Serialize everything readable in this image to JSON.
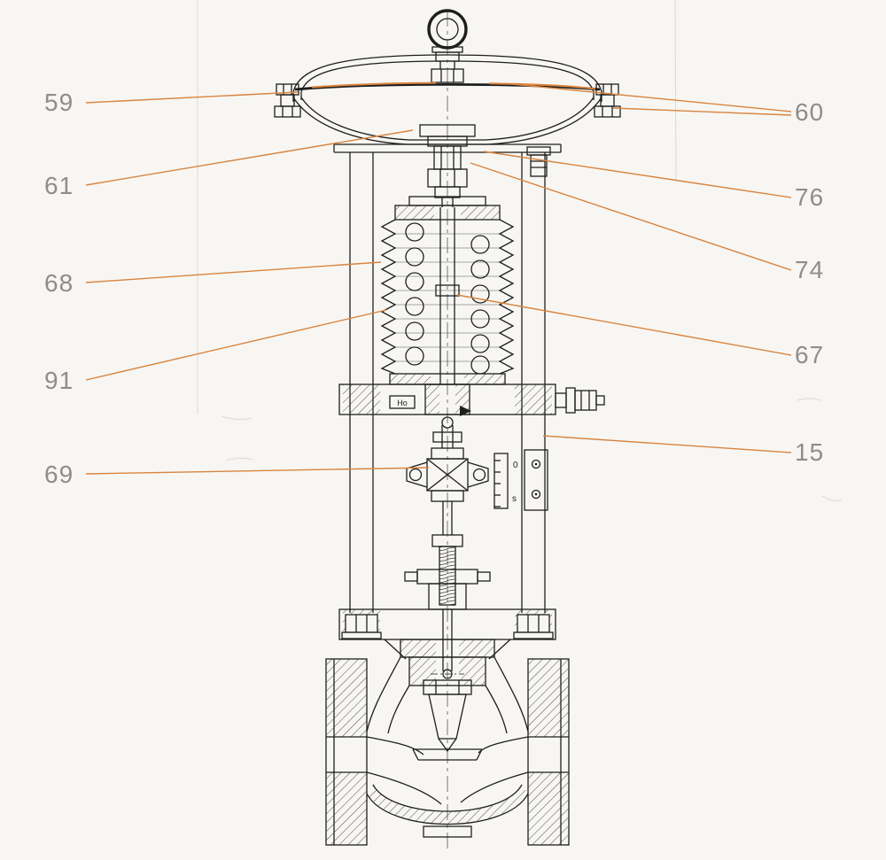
{
  "figure": {
    "kind": "sectional technical drawing of a spring-and-diaphragm actuated control valve",
    "background": "#f7f6f3",
    "ink": "#1e1e1e",
    "accent": "#d9843e",
    "label_color": "#8f8d89"
  },
  "callouts": [
    {
      "id": "59",
      "text": "59"
    },
    {
      "id": "60",
      "text": "60"
    },
    {
      "id": "61",
      "text": "61"
    },
    {
      "id": "76",
      "text": "76"
    },
    {
      "id": "74",
      "text": "74"
    },
    {
      "id": "68",
      "text": "68"
    },
    {
      "id": "67",
      "text": "67"
    },
    {
      "id": "91",
      "text": "91"
    },
    {
      "id": "15",
      "text": "15"
    },
    {
      "id": "69",
      "text": "69"
    }
  ],
  "drawing_texts": {
    "adjuster_tag": "Ho",
    "scale_top": "0",
    "scale_bottom": "s"
  }
}
